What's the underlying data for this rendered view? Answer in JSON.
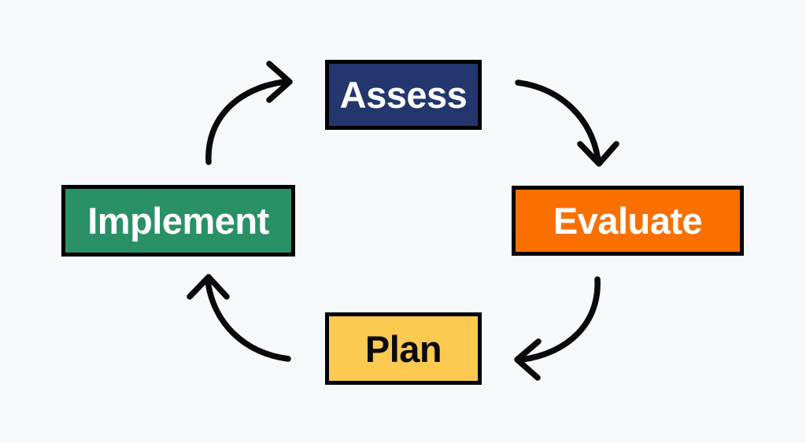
{
  "diagram": {
    "type": "cycle",
    "background_color": "#F7F8FC",
    "outline_color": "#000000",
    "arrow_color": "#0A0A0A",
    "nodes": [
      {
        "id": "assess",
        "label": "Assess",
        "position": "top",
        "fill_color": "#23366E",
        "text_color": "#FFFFFF"
      },
      {
        "id": "evaluate",
        "label": "Evaluate",
        "position": "right",
        "fill_color": "#FA7000",
        "text_color": "#FFFFFF"
      },
      {
        "id": "plan",
        "label": "Plan",
        "position": "bottom",
        "fill_color": "#FCCA51",
        "text_color": "#0A0A0A"
      },
      {
        "id": "implement",
        "label": "Implement",
        "position": "left",
        "fill_color": "#2A9066",
        "text_color": "#FFFFFF"
      }
    ],
    "arrows": [
      {
        "id": "assess-to-evaluate",
        "from": "assess",
        "to": "evaluate",
        "direction": "clockwise"
      },
      {
        "id": "evaluate-to-plan",
        "from": "evaluate",
        "to": "plan",
        "direction": "clockwise"
      },
      {
        "id": "plan-to-implement",
        "from": "plan",
        "to": "implement",
        "direction": "clockwise"
      },
      {
        "id": "implement-to-assess",
        "from": "implement",
        "to": "assess",
        "direction": "clockwise"
      }
    ]
  }
}
